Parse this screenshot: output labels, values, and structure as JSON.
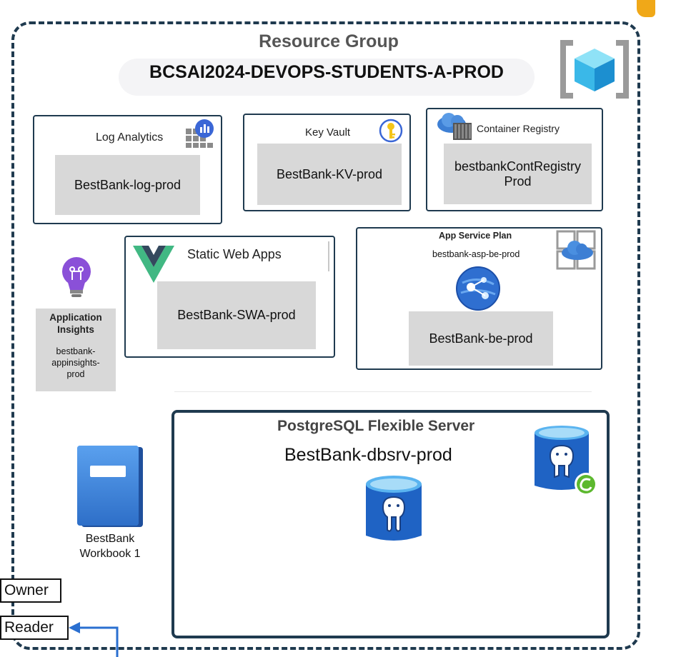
{
  "resource_group": {
    "label": "Resource Group",
    "name": "BCSAI2024-DEVOPS-STUDENTS-A-PROD"
  },
  "log_analytics": {
    "title": "Log Analytics",
    "instance": "BestBank-log-prod",
    "icon": "log-analytics-icon"
  },
  "key_vault": {
    "title": "Key Vault",
    "instance": "BestBank-KV-prod",
    "icon": "key-icon"
  },
  "container_registry": {
    "title": "Container Registry",
    "instance_line1": "bestbankContRegistry",
    "instance_line2": "Prod",
    "icon": "container-registry-icon"
  },
  "static_web_apps": {
    "title": "Static Web Apps",
    "instance": "BestBank-SWA-prod",
    "icon": "vue-logo-icon"
  },
  "app_service_plan": {
    "title": "App Service Plan",
    "plan_name": "bestbank-asp-be-prod",
    "instance": "BestBank-be-prod"
  },
  "application_insights": {
    "title_line1": "Application",
    "title_line2": "Insights",
    "instance_line1": "bestbank-",
    "instance_line2": "appinsights-",
    "instance_line3": "prod"
  },
  "postgresql": {
    "title": "PostgreSQL Flexible Server",
    "instance": "BestBank-dbsrv-prod"
  },
  "workbook": {
    "line1": "BestBank",
    "line2": "Workbook 1"
  },
  "roles": {
    "owner": "Owner",
    "reader": "Reader"
  },
  "colors": {
    "frame": "#1f3a4f",
    "instance_fill": "#d8d8d8",
    "arrow": "#2a6fd0",
    "accent": "#f0a818"
  }
}
